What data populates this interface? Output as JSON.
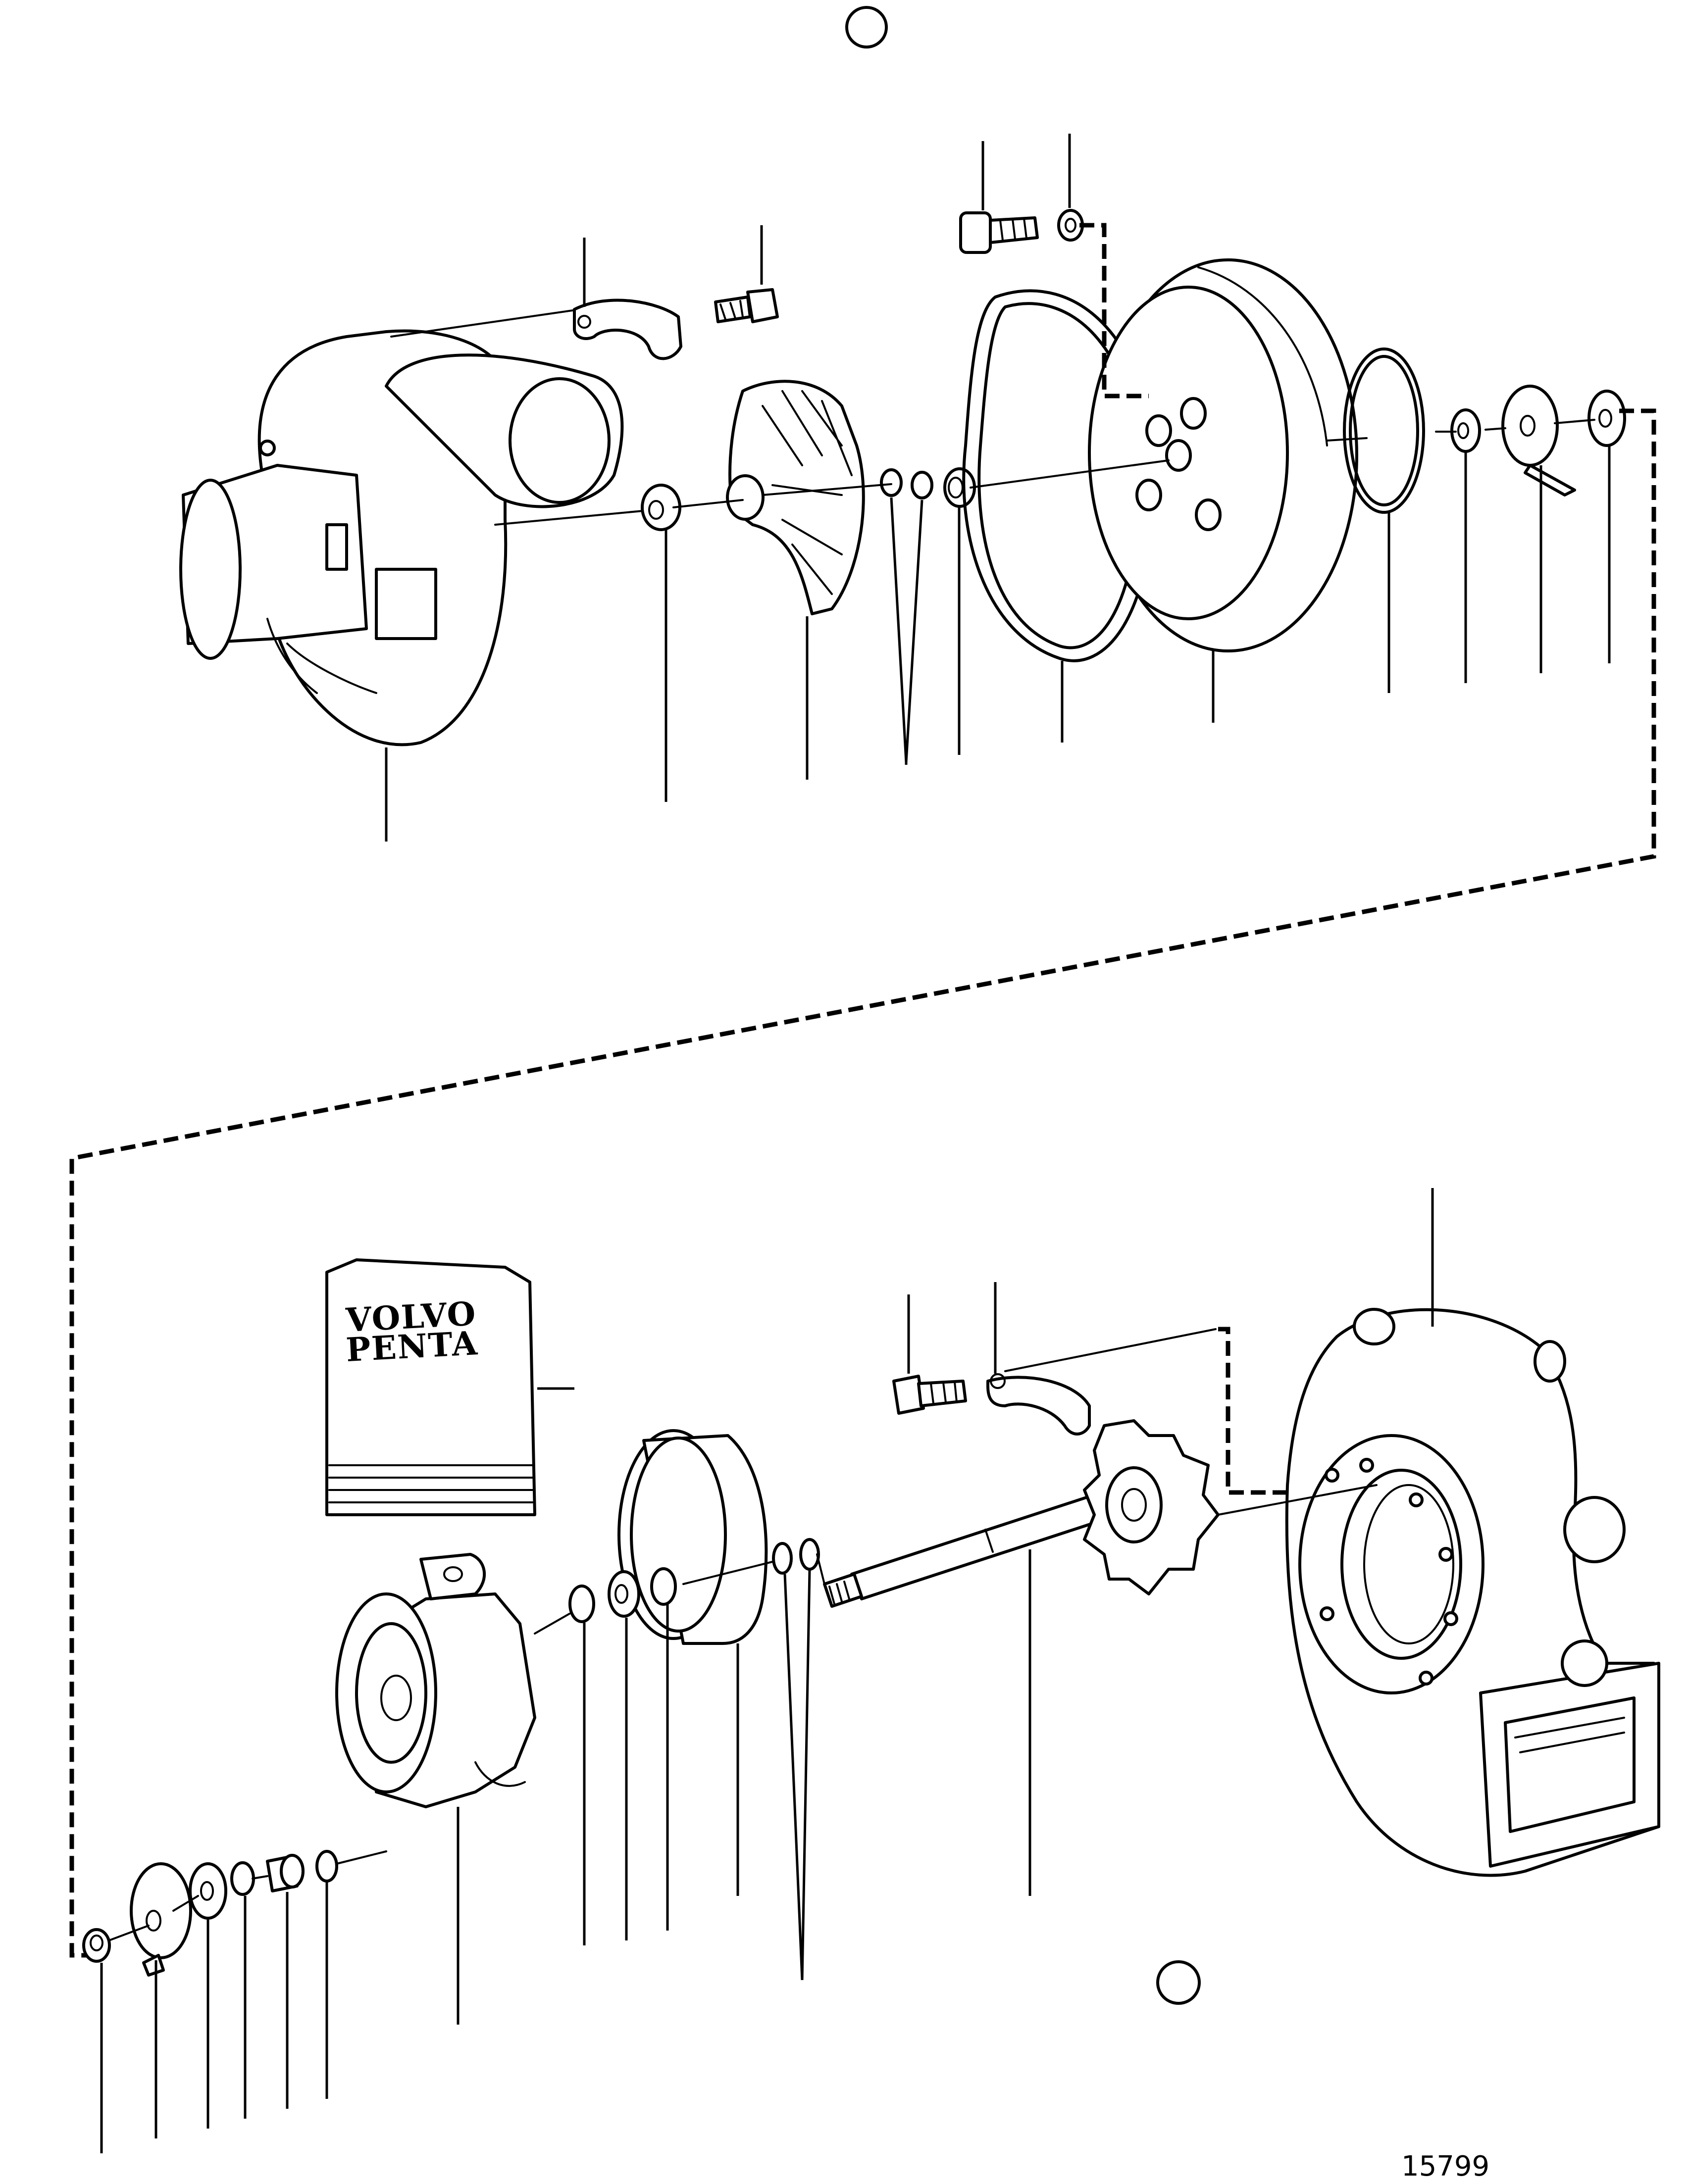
{
  "diagram": {
    "reference_number": "15799",
    "kit_logo_line1": "VOLVO",
    "kit_logo_line2": "PENTA"
  },
  "colors": {
    "ink": "#000000",
    "paper": "#ffffff"
  },
  "icons": [
    "circle-marker-icon",
    "exploded-view-icon"
  ]
}
